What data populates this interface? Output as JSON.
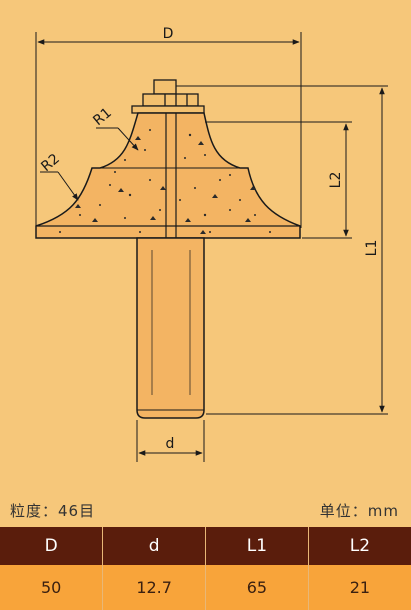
{
  "diagram": {
    "labels": {
      "D": "D",
      "d": "d",
      "L1": "L1",
      "L2": "L2",
      "R1": "R1",
      "R2": "R2"
    }
  },
  "info": {
    "grit": "粒度：46目",
    "unit": "单位：mm"
  },
  "table": {
    "headers": [
      "D",
      "d",
      "L1",
      "L2"
    ],
    "values": [
      "50",
      "12.7",
      "65",
      "21"
    ]
  }
}
